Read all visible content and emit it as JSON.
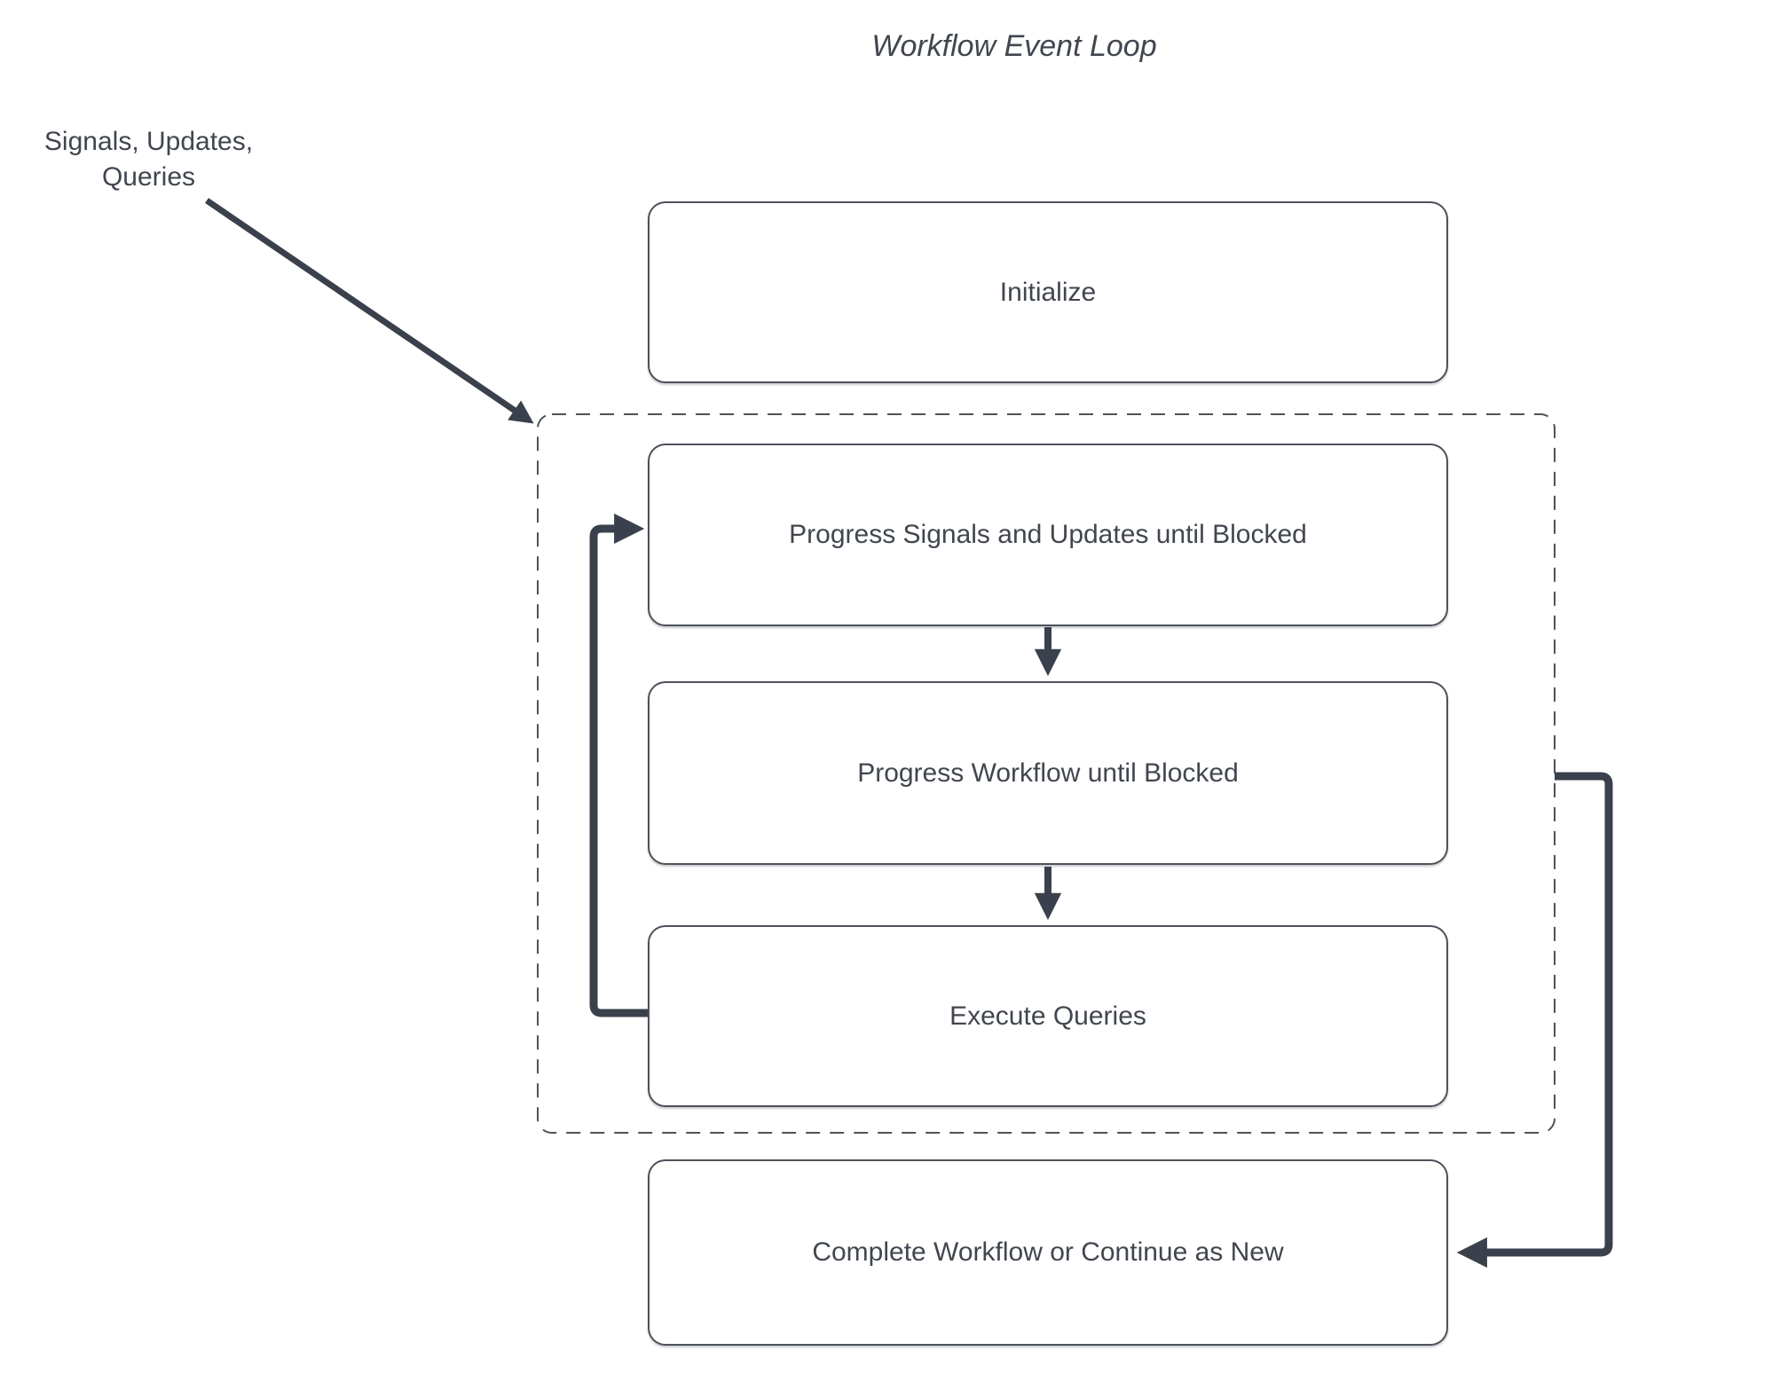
{
  "title": "Workflow Event Loop",
  "annotation": {
    "line1": "Signals, Updates,",
    "line2": "Queries"
  },
  "nodes": [
    {
      "id": "initialize",
      "label": "Initialize"
    },
    {
      "id": "progress-signals-updates",
      "label": "Progress Signals and Updates until Blocked"
    },
    {
      "id": "progress-workflow",
      "label": "Progress Workflow until Blocked"
    },
    {
      "id": "execute-queries",
      "label": "Execute Queries"
    },
    {
      "id": "complete-or-continue",
      "label": "Complete Workflow or Continue as New"
    }
  ],
  "edges": [
    {
      "from": "signals-updates-queries-annotation",
      "to": "event-loop-boundary",
      "style": "thin-diagonal-arrow"
    },
    {
      "from": "progress-signals-updates",
      "to": "progress-workflow",
      "style": "down-arrow"
    },
    {
      "from": "progress-workflow",
      "to": "execute-queries",
      "style": "down-arrow"
    },
    {
      "from": "execute-queries",
      "to": "progress-signals-updates",
      "style": "thick-loop-back-left"
    },
    {
      "from": "event-loop-boundary",
      "to": "complete-or-continue",
      "style": "thick-elbow-right"
    }
  ],
  "colors": {
    "stroke": "#3a414c",
    "box_border": "#4d525a",
    "text": "#41464f",
    "background": "#ffffff"
  }
}
